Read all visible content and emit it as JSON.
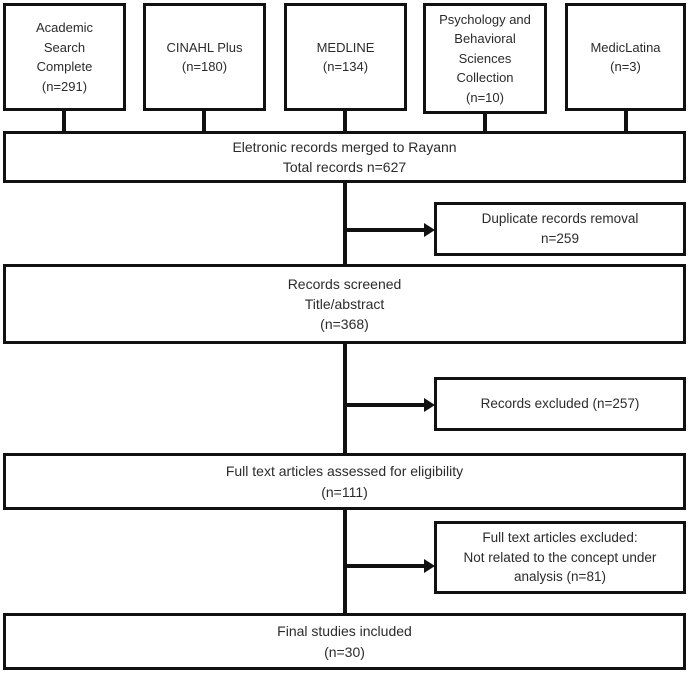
{
  "diagram": {
    "title": "PRISMA study selection flow diagram",
    "line_color": "#111111",
    "text_color": "#2b2b2b",
    "background": "#ffffff"
  },
  "sources": [
    {
      "name": "academic-search-complete",
      "lines": [
        "Academic",
        "Search",
        "Complete",
        "(n=291)"
      ]
    },
    {
      "name": "cinahl-plus",
      "lines": [
        "CINAHL Plus",
        "(n=180)"
      ]
    },
    {
      "name": "medline",
      "lines": [
        "MEDLINE",
        "(n=134)"
      ]
    },
    {
      "name": "psychology-behavioral-sciences-collection",
      "lines": [
        "Psychology and",
        "Behavioral",
        "Sciences",
        "Collection",
        "(n=10)"
      ]
    },
    {
      "name": "mediclatina",
      "lines": [
        "MedicLatina",
        "(n=3)"
      ]
    }
  ],
  "stages": {
    "merged": {
      "lines": [
        "Eletronic records merged to Rayann",
        "Total records n=627"
      ]
    },
    "screened": {
      "lines": [
        "Records screened",
        "Title/abstract",
        "(n=368)"
      ]
    },
    "eligibility": {
      "lines": [
        "Full text articles assessed for eligibility",
        "(n=111)"
      ]
    },
    "final": {
      "lines": [
        "Final studies included",
        "(n=30)"
      ]
    }
  },
  "exclusions": {
    "duplicates": {
      "lines": [
        "Duplicate records removal",
        "n=259"
      ]
    },
    "records_excluded": {
      "lines": [
        "Records excluded (n=257)"
      ]
    },
    "fulltext_excluded": {
      "lines": [
        "Full text articles excluded:",
        "Not related to the concept under",
        "analysis (n=81)"
      ]
    }
  }
}
